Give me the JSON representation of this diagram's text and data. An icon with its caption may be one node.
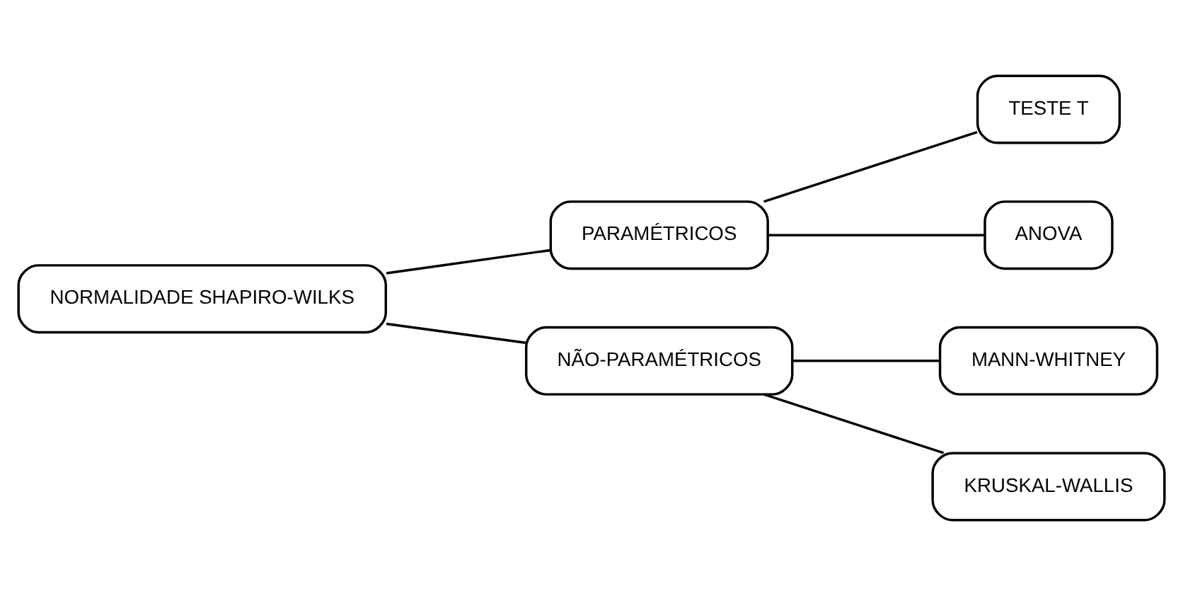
{
  "diagram": {
    "nodes": [
      {
        "text": [
          "NORMALIDADE SHAPIRO-WILKS"
        ]
      },
      {
        "text": [
          "PARAMÉTRICOS"
        ]
      },
      {
        "text": [
          "TESTE T"
        ]
      },
      {
        "text": [
          "ANOVA"
        ]
      },
      {
        "text": [
          "NÃO-PARAMÉTRICOS"
        ]
      },
      {
        "text": [
          "MANN-WHITNEY"
        ]
      },
      {
        "text": [
          "KRUSKAL-WALLIS"
        ]
      }
    ],
    "edges": [
      {
        "from": 0,
        "to": 1,
        "arrow": "none"
      },
      {
        "from": 0,
        "to": 4,
        "arrow": "none"
      },
      {
        "from": 1,
        "to": 2,
        "arrow": "none"
      },
      {
        "from": 1,
        "to": 3,
        "arrow": "none"
      },
      {
        "from": 4,
        "to": 5,
        "arrow": "none"
      },
      {
        "from": 4,
        "to": 6,
        "arrow": "none"
      }
    ]
  }
}
